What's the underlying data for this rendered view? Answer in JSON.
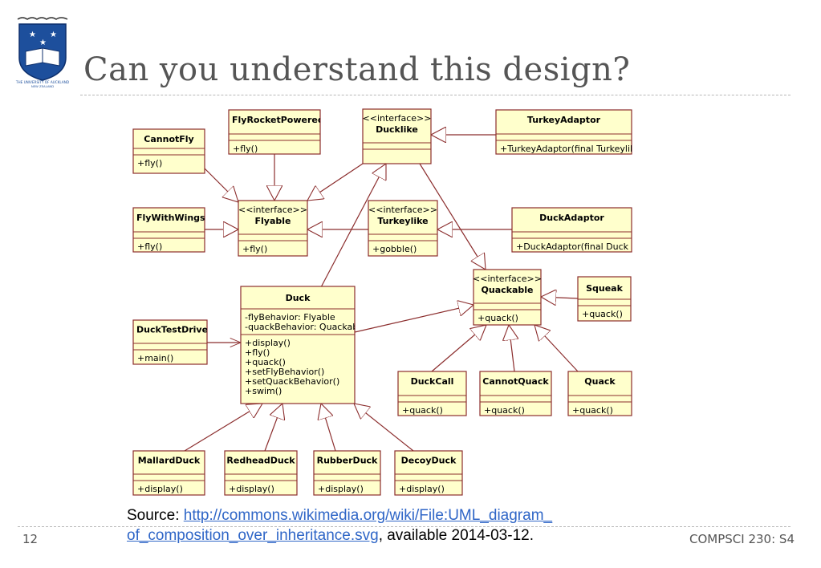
{
  "slide": {
    "title": "Can you understand this design?",
    "page_number": "12",
    "course": "COMPSCI 230: S4"
  },
  "logo": {
    "text_line1": "THE UNIVERSITY OF AUCKLAND",
    "text_line2": "NEW ZEALAND"
  },
  "source": {
    "prefix": "Source: ",
    "link_line1": "http://commons.wikimedia.org/wiki/File:UML_diagram_",
    "link_line2": "of_composition_over_inheritance.svg",
    "suffix": ", available 2014-03-12."
  },
  "diagram": {
    "classes": [
      {
        "id": "cannotfly",
        "name": "CannotFly",
        "members": [
          "+fly()"
        ]
      },
      {
        "id": "flyrocket",
        "name": "FlyRocketPowered",
        "members": [
          "+fly()"
        ]
      },
      {
        "id": "ducklike",
        "stereotype": "<<interface>>",
        "name": "Ducklike",
        "members": []
      },
      {
        "id": "turkeyadaptor",
        "name": "TurkeyAdaptor",
        "members": [
          "+TurkeyAdaptor(final Turkeylik"
        ]
      },
      {
        "id": "flywithwings",
        "name": "FlyWithWings",
        "members": [
          "+fly()"
        ]
      },
      {
        "id": "flyable",
        "stereotype": "<<interface>>",
        "name": "Flyable",
        "members": [
          "+fly()"
        ]
      },
      {
        "id": "turkeylike",
        "stereotype": "<<interface>>",
        "name": "Turkeylike",
        "members": [
          "+gobble()"
        ]
      },
      {
        "id": "duckadaptor",
        "name": "DuckAdaptor",
        "members": [
          "+DuckAdaptor(final Duck ik"
        ]
      },
      {
        "id": "quackable",
        "stereotype": "<<interface>>",
        "name": "Quackable",
        "members": [
          "+quack()"
        ]
      },
      {
        "id": "squeak",
        "name": "Squeak",
        "members": [
          "+quack()"
        ]
      },
      {
        "id": "duck",
        "name": "Duck",
        "attributes": [
          "-flyBehavior: Flyable",
          "-quackBehavior: Quackable"
        ],
        "members": [
          "+display()",
          "+fly()",
          "+quack()",
          "+setFlyBehavior()",
          "+setQuackBehavior()",
          "+swim()"
        ]
      },
      {
        "id": "ducktestdrive",
        "name": "DuckTestDrive",
        "members": [
          "+main()"
        ]
      },
      {
        "id": "duckcall",
        "name": "DuckCall",
        "members": [
          "+quack()"
        ]
      },
      {
        "id": "cannotquack",
        "name": "CannotQuack",
        "members": [
          "+quack()"
        ]
      },
      {
        "id": "quack",
        "name": "Quack",
        "members": [
          "+quack()"
        ]
      },
      {
        "id": "mallard",
        "name": "MallardDuck",
        "members": [
          "+display()"
        ]
      },
      {
        "id": "redhead",
        "name": "RedheadDuck",
        "members": [
          "+display()"
        ]
      },
      {
        "id": "rubber",
        "name": "RubberDuck",
        "members": [
          "+display()"
        ]
      },
      {
        "id": "decoy",
        "name": "DecoyDuck",
        "members": [
          "+display()"
        ]
      }
    ],
    "colors": {
      "box_fill": "#ffffcc",
      "box_stroke": "#8b2d2d",
      "edge": "#8b2d2d"
    }
  }
}
